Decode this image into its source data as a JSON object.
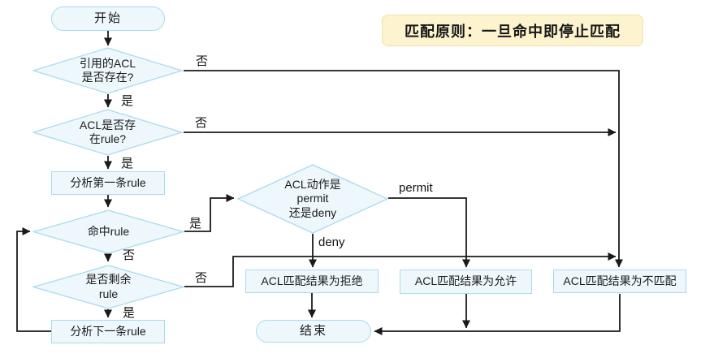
{
  "banner": {
    "text": "匹配原则：一旦命中即停止匹配"
  },
  "colors": {
    "node_fill": "#edf7fc",
    "node_border": "#a9dbee",
    "edge": "#1a1a1a",
    "banner_fill": "#fdf3cf",
    "banner_border": "#f0dfa8"
  },
  "nodes": {
    "start": {
      "lines": [
        "开始"
      ]
    },
    "acl_exists": {
      "lines": [
        "引用的ACL",
        "是否存在?"
      ]
    },
    "has_rule": {
      "lines": [
        "ACL是否存",
        "在rule?"
      ]
    },
    "first_rule": {
      "lines": [
        "分析第一条rule"
      ]
    },
    "hit_rule": {
      "lines": [
        "命中rule"
      ]
    },
    "remain_rule": {
      "lines": [
        "是否剩余",
        "rule"
      ]
    },
    "next_rule": {
      "lines": [
        "分析下一条rule"
      ]
    },
    "action": {
      "lines": [
        "ACL动作是",
        "permit",
        "还是deny"
      ]
    },
    "result_deny": {
      "lines": [
        "ACL匹配结果为拒绝"
      ]
    },
    "result_permit": {
      "lines": [
        "ACL匹配结果为允许"
      ]
    },
    "result_nomatch": {
      "lines": [
        "ACL匹配结果为不匹配"
      ]
    },
    "end": {
      "lines": [
        "结束"
      ]
    }
  },
  "edge_labels": {
    "acl_exists_no": "否",
    "acl_exists_yes": "是",
    "has_rule_no": "否",
    "has_rule_yes": "是",
    "hit_yes": "是",
    "hit_no": "否",
    "remain_no": "否",
    "remain_yes": "是",
    "action_permit": "permit",
    "action_deny": "deny"
  }
}
